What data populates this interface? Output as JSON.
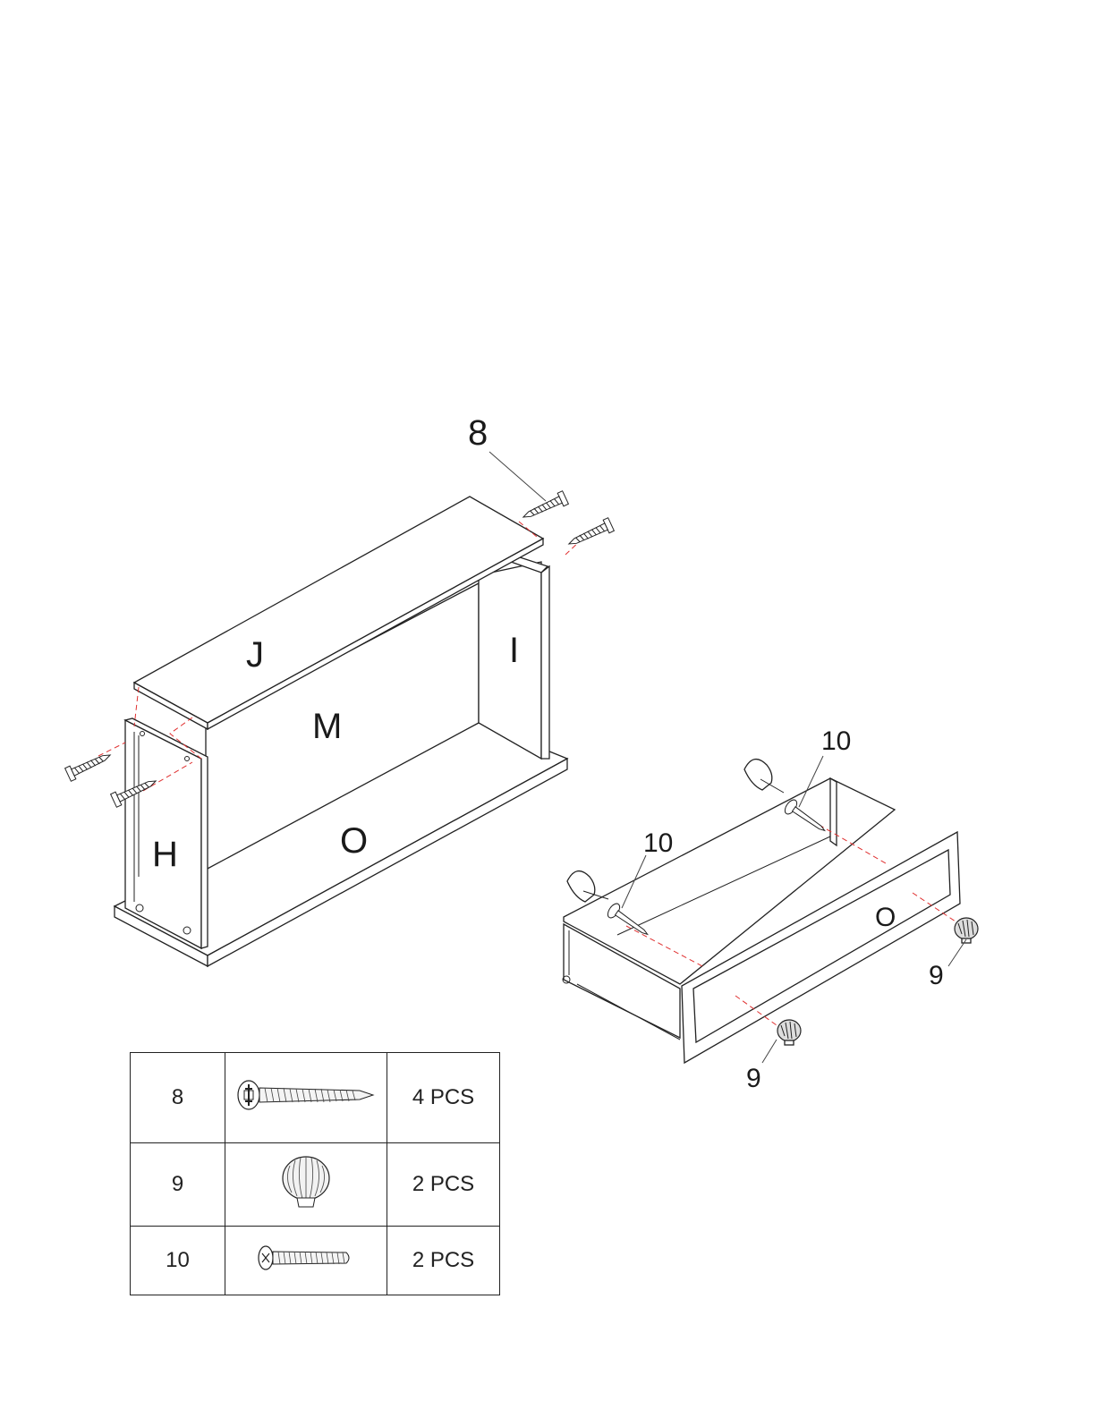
{
  "cabinet": {
    "part_labels": {
      "top": "J",
      "right_side": "I",
      "back": "M",
      "left_side": "H",
      "bottom": "O"
    },
    "screw_callout": "8"
  },
  "drawer": {
    "front_label": "O",
    "screw_callouts": [
      "10",
      "10"
    ],
    "knob_callouts": [
      "9",
      "9"
    ]
  },
  "hardware": [
    {
      "number": "8",
      "icon": "wood-screw-icon",
      "quantity": "4 PCS"
    },
    {
      "number": "9",
      "icon": "knob-icon",
      "quantity": "2 PCS"
    },
    {
      "number": "10",
      "icon": "machine-screw-icon",
      "quantity": "2 PCS"
    }
  ],
  "colors": {
    "guide_line": "#e03030",
    "line_art": "#222222"
  }
}
